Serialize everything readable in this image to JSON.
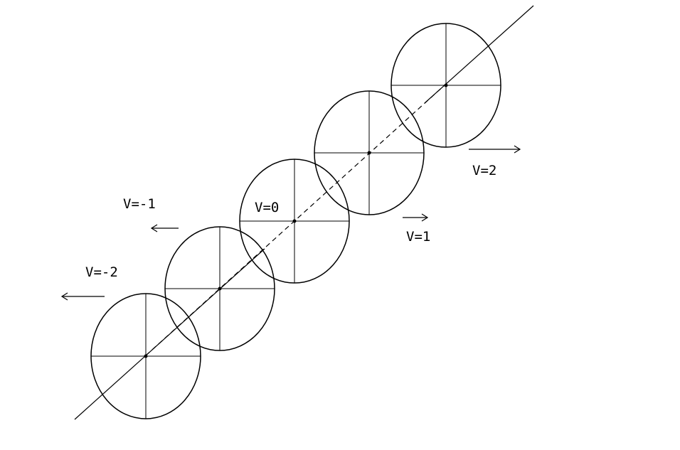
{
  "diagram": {
    "line_color": "#000000",
    "background": "#ffffff",
    "disks": [
      {
        "label": "V=-2",
        "arrow_direction": "left"
      },
      {
        "label": "V=-1",
        "arrow_direction": "left"
      },
      {
        "label": "V=0",
        "arrow_direction": "none"
      },
      {
        "label": "V=1",
        "arrow_direction": "right"
      },
      {
        "label": "V=2",
        "arrow_direction": "right"
      }
    ]
  }
}
